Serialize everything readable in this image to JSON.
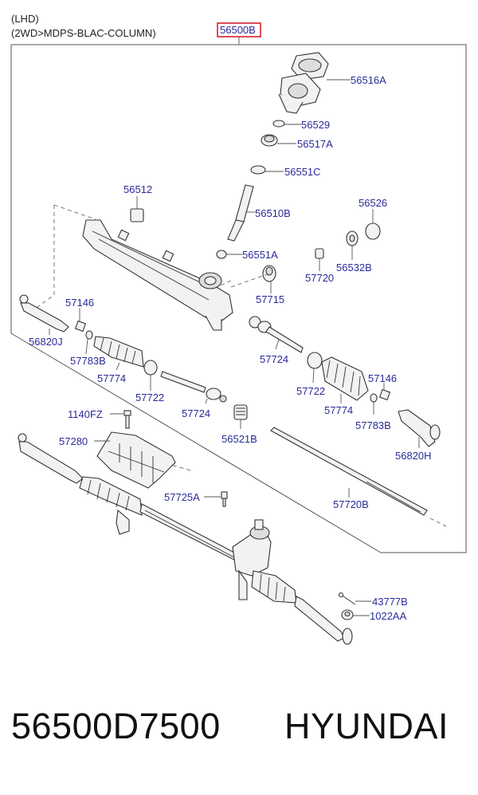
{
  "header": {
    "line1": "(LHD)",
    "line2": "(2WD>MDPS-BLAC-COLUMN)"
  },
  "assembly_label": "56500B",
  "highlight_color": "#d9212c",
  "label_color": "#2a2a9a",
  "labels": {
    "l56516A": "56516A",
    "l56529": "56529",
    "l56517A": "56517A",
    "l56551C": "56551C",
    "l56512": "56512",
    "l56510B": "56510B",
    "l56526": "56526",
    "l56551A": "56551A",
    "l56532B": "56532B",
    "l57720": "57720",
    "l57715": "57715",
    "l57146a": "57146",
    "l56820J": "56820J",
    "l57783Ba": "57783B",
    "l57774a": "57774",
    "l57724a": "57724",
    "l57722a": "57722",
    "l57722b": "57722",
    "l57724b": "57724",
    "l57774b": "57774",
    "l57146b": "57146",
    "l57783Bb": "57783B",
    "l56820H": "56820H",
    "l1140FZ": "1140FZ",
    "l57280": "57280",
    "l56521B": "56521B",
    "l57725A": "57725A",
    "l57720B": "57720B",
    "l43777B": "43777B",
    "l1022AA": "1022AA"
  },
  "footer": {
    "part_number": "56500D7500",
    "brand": "HYUNDAI"
  }
}
